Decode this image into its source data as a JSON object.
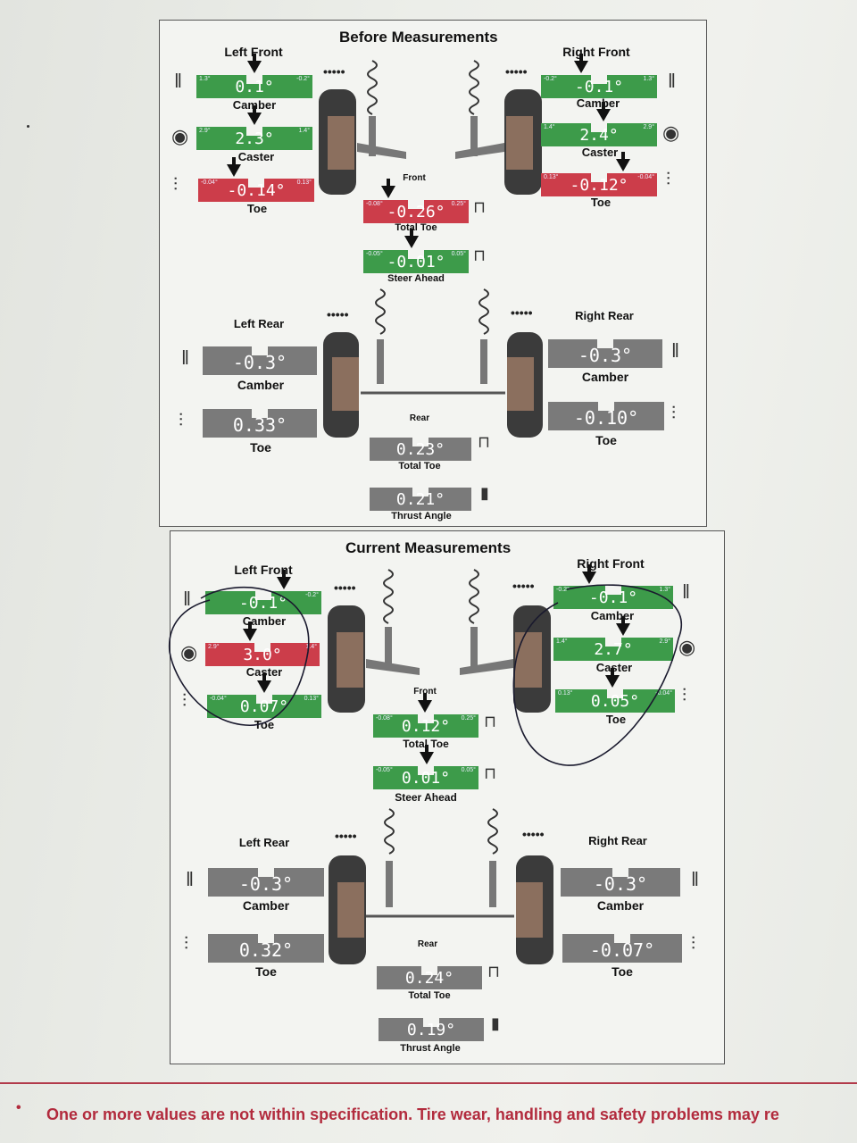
{
  "before": {
    "title": "Before Measurements",
    "left_front": "Left Front",
    "right_front": "Right Front",
    "front": "Front",
    "left_rear": "Left Rear",
    "right_rear": "Right Rear",
    "rear": "Rear",
    "lf_camber": {
      "value": "0.1°",
      "label": "Camber",
      "min": "1.3°",
      "max": "-0.2°"
    },
    "lf_caster": {
      "value": "2.3°",
      "label": "Caster",
      "min": "2.9°",
      "max": "1.4°"
    },
    "lf_toe": {
      "value": "-0.14°",
      "label": "Toe",
      "min": "-0.04°",
      "max": "0.13°"
    },
    "rf_camber": {
      "value": "-0.1°",
      "label": "Camber",
      "min": "-0.2°",
      "max": "1.3°"
    },
    "rf_caster": {
      "value": "2.4°",
      "label": "Caster",
      "min": "1.4°",
      "max": "2.9°"
    },
    "rf_toe": {
      "value": "-0.12°",
      "label": "Toe",
      "min": "0.13°",
      "max": "-0.04°"
    },
    "total_toe": {
      "value": "-0.26°",
      "label": "Total Toe",
      "min": "-0.08°",
      "max": "0.25°"
    },
    "steer_ahead": {
      "value": "-0.01°",
      "label": "Steer Ahead",
      "min": "-0.05°",
      "max": "0.05°"
    },
    "lr_camber": {
      "value": "-0.3°",
      "label": "Camber"
    },
    "lr_toe": {
      "value": "0.33°",
      "label": "Toe"
    },
    "rr_camber": {
      "value": "-0.3°",
      "label": "Camber"
    },
    "rr_toe": {
      "value": "-0.10°",
      "label": "Toe"
    },
    "rear_total_toe": {
      "value": "0.23°",
      "label": "Total Toe"
    },
    "thrust": {
      "value": "0.21°",
      "label": "Thrust Angle"
    }
  },
  "current": {
    "title": "Current Measurements",
    "left_front": "Left Front",
    "right_front": "Right Front",
    "front": "Front",
    "left_rear": "Left Rear",
    "right_rear": "Right Rear",
    "rear": "Rear",
    "lf_camber": {
      "value": "-0.1°",
      "label": "Camber",
      "max": "-0.2°"
    },
    "lf_caster": {
      "value": "3.0°",
      "label": "Caster",
      "min": "2.9°",
      "max": "1.4°"
    },
    "lf_toe": {
      "value": "0.07°",
      "label": "Toe",
      "min": "-0.04°",
      "max": "0.13°"
    },
    "rf_camber": {
      "value": "-0.1°",
      "label": "Camber",
      "min": "-0.2°",
      "max": "1.3°"
    },
    "rf_caster": {
      "value": "2.7°",
      "label": "Caster",
      "min": "1.4°",
      "max": "2.9°"
    },
    "rf_toe": {
      "value": "0.05°",
      "label": "Toe",
      "min": "0.13°",
      "max": "-0.04°"
    },
    "total_toe": {
      "value": "0.12°",
      "label": "Total Toe",
      "min": "-0.08°",
      "max": "0.25°"
    },
    "steer_ahead": {
      "value": "0.01°",
      "label": "Steer Ahead",
      "min": "-0.05°",
      "max": "0.05°"
    },
    "lr_camber": {
      "value": "-0.3°",
      "label": "Camber"
    },
    "lr_toe": {
      "value": "0.32°",
      "label": "Toe"
    },
    "rr_camber": {
      "value": "-0.3°",
      "label": "Camber"
    },
    "rr_toe": {
      "value": "-0.07°",
      "label": "Toe"
    },
    "rear_total_toe": {
      "value": "0.24°",
      "label": "Total Toe"
    },
    "thrust": {
      "value": "0.19°",
      "label": "Thrust Angle"
    }
  },
  "dots": "•••••",
  "footer": "One or more values are not within specification.  Tire wear, handling and safety problems may re",
  "colors": {
    "in_spec": "#3d9b4a",
    "out_of_spec": "#cc3d4a",
    "no_spec": "#7a7a7a",
    "warning_text": "#b22b3d"
  }
}
